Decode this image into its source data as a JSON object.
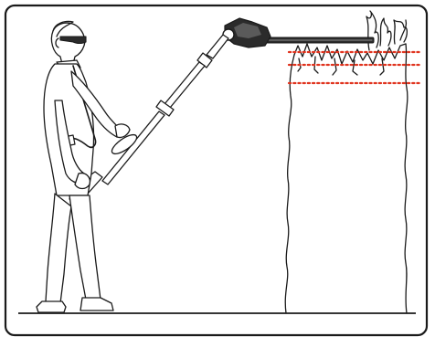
{
  "figure": {
    "title": "",
    "frame_color": "#1a1a1a",
    "line_color": "#1a1a1a",
    "tool_body_color": "#2b2b2b",
    "guide_line_color": "#e0341f",
    "guide_line_style": "dotted",
    "guide_line_count": 3
  },
  "elements": {
    "operator": "person-wearing-safety-glasses-and-shoulder-strap",
    "tool": "extended-pole-hedge-trimmer",
    "target": "tall-hedge",
    "guides": "horizontal-cutting-height-guides"
  }
}
